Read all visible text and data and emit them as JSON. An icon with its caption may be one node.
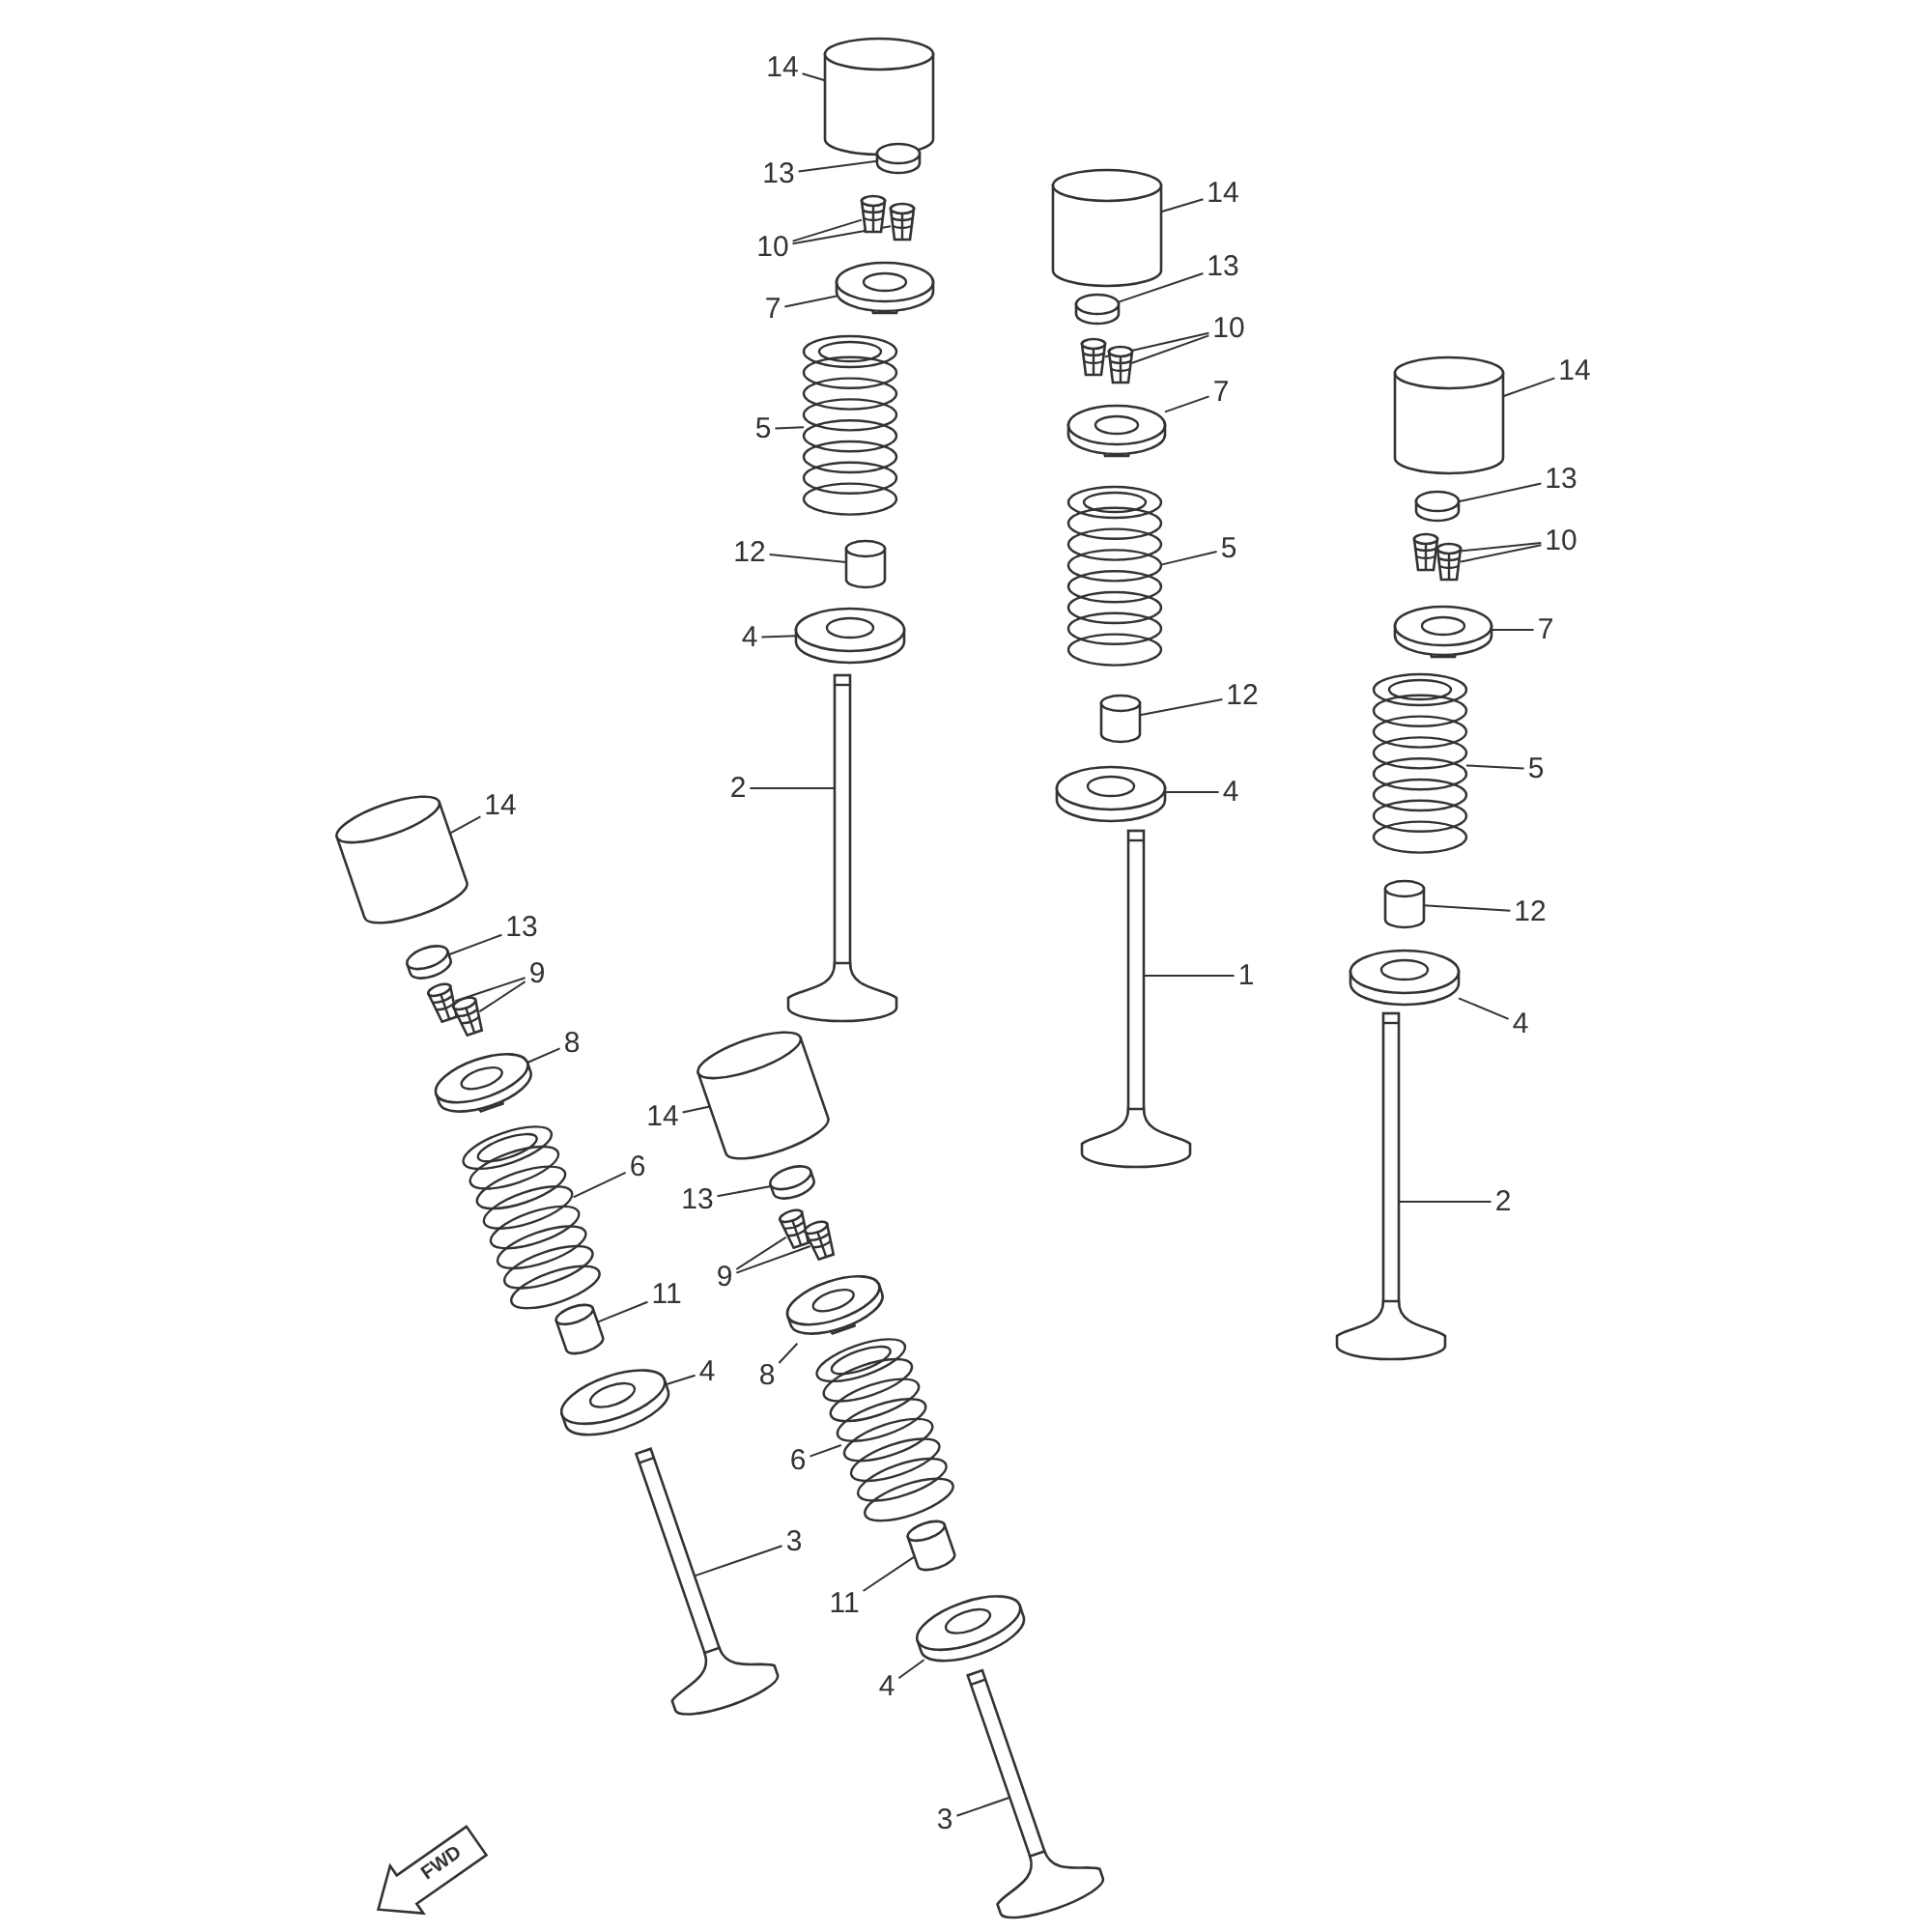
{
  "diagram": {
    "nodes": [
      {
        "text": [
          "14"
        ]
      },
      {
        "text": [],
        "shape": "cylinder"
      },
      {
        "text": [
          "13"
        ]
      },
      {
        "text": [],
        "shape": "cylinder"
      },
      {
        "text": [
          "10"
        ]
      },
      {
        "text": [],
        "shape": "picture"
      },
      {
        "text": [],
        "shape": "picture"
      },
      {
        "text": [
          "7"
        ]
      },
      {
        "text": [],
        "shape": "picture"
      },
      {
        "text": [
          "5"
        ]
      },
      {
        "text": [],
        "shape": "picture"
      },
      {
        "text": [
          "12"
        ]
      },
      {
        "text": [],
        "shape": "cylinder"
      },
      {
        "text": [
          "4"
        ]
      },
      {
        "text": [],
        "shape": "picture"
      },
      {
        "text": [
          "2"
        ]
      },
      {
        "text": [],
        "shape": "picture"
      },
      {
        "text": [
          "14"
        ]
      },
      {
        "text": [],
        "shape": "cylinder"
      },
      {
        "text": [
          "13"
        ]
      },
      {
        "text": [],
        "shape": "cylinder"
      },
      {
        "text": [
          "10"
        ]
      },
      {
        "text": [],
        "shape": "picture"
      },
      {
        "text": [],
        "shape": "picture"
      },
      {
        "text": [
          "7"
        ]
      },
      {
        "text": [],
        "shape": "picture"
      },
      {
        "text": [
          "5"
        ]
      },
      {
        "text": [],
        "shape": "picture"
      },
      {
        "text": [
          "12"
        ]
      },
      {
        "text": [],
        "shape": "cylinder"
      },
      {
        "text": [
          "4"
        ]
      },
      {
        "text": [],
        "shape": "picture"
      },
      {
        "text": [
          "1"
        ]
      },
      {
        "text": [],
        "shape": "picture"
      },
      {
        "text": [
          "14"
        ]
      },
      {
        "text": [],
        "shape": "cylinder"
      },
      {
        "text": [
          "13"
        ]
      },
      {
        "text": [],
        "shape": "cylinder"
      },
      {
        "text": [
          "10"
        ]
      },
      {
        "text": [],
        "shape": "picture"
      },
      {
        "text": [],
        "shape": "picture"
      },
      {
        "text": [
          "7"
        ]
      },
      {
        "text": [],
        "shape": "picture"
      },
      {
        "text": [
          "5"
        ]
      },
      {
        "text": [],
        "shape": "picture"
      },
      {
        "text": [
          "12"
        ]
      },
      {
        "text": [],
        "shape": "cylinder"
      },
      {
        "text": [
          "4"
        ]
      },
      {
        "text": [],
        "shape": "picture"
      },
      {
        "text": [
          "2"
        ]
      },
      {
        "text": [],
        "shape": "picture"
      },
      {
        "text": [
          "14"
        ]
      },
      {
        "text": [],
        "shape": "cylinder"
      },
      {
        "text": [
          "13"
        ]
      },
      {
        "text": [],
        "shape": "cylinder"
      },
      {
        "text": [
          "9"
        ]
      },
      {
        "text": [],
        "shape": "picture"
      },
      {
        "text": [],
        "shape": "picture"
      },
      {
        "text": [
          "8"
        ]
      },
      {
        "text": [],
        "shape": "picture"
      },
      {
        "text": [
          "6"
        ]
      },
      {
        "text": [],
        "shape": "picture"
      },
      {
        "text": [
          "11"
        ]
      },
      {
        "text": [],
        "shape": "cylinder"
      },
      {
        "text": [
          "4"
        ]
      },
      {
        "text": [],
        "shape": "picture"
      },
      {
        "text": [
          "3"
        ]
      },
      {
        "text": [],
        "shape": "picture"
      },
      {
        "text": [
          "14"
        ]
      },
      {
        "text": [],
        "shape": "cylinder"
      },
      {
        "text": [
          "13"
        ]
      },
      {
        "text": [],
        "shape": "cylinder"
      },
      {
        "text": [
          "9"
        ]
      },
      {
        "text": [],
        "shape": "picture"
      },
      {
        "text": [],
        "shape": "picture"
      },
      {
        "text": [
          "8"
        ]
      },
      {
        "text": [],
        "shape": "picture"
      },
      {
        "text": [
          "6"
        ]
      },
      {
        "text": [],
        "shape": "picture"
      },
      {
        "text": [
          "11"
        ]
      },
      {
        "text": [],
        "shape": "cylinder"
      },
      {
        "text": [
          "4"
        ]
      },
      {
        "text": [],
        "shape": "picture"
      },
      {
        "text": [
          "3"
        ]
      },
      {
        "text": [],
        "shape": "picture"
      }
    ],
    "edges": [
      {
        "from": 0,
        "to": 1,
        "arrow": "none"
      },
      {
        "from": 2,
        "to": 3,
        "arrow": "none"
      },
      {
        "from": 4,
        "to": 5,
        "arrow": "none"
      },
      {
        "from": 4,
        "to": 6,
        "arrow": "none"
      },
      {
        "from": 7,
        "to": 8,
        "arrow": "none"
      },
      {
        "from": 9,
        "to": 10,
        "arrow": "none"
      },
      {
        "from": 11,
        "to": 12,
        "arrow": "none"
      },
      {
        "from": 13,
        "to": 14,
        "arrow": "none"
      },
      {
        "from": 15,
        "to": 16,
        "arrow": "none"
      },
      {
        "from": 17,
        "to": 18,
        "arrow": "none"
      },
      {
        "from": 19,
        "to": 20,
        "arrow": "none"
      },
      {
        "from": 21,
        "to": 22,
        "arrow": "none"
      },
      {
        "from": 21,
        "to": 23,
        "arrow": "none"
      },
      {
        "from": 24,
        "to": 25,
        "arrow": "none"
      },
      {
        "from": 26,
        "to": 27,
        "arrow": "none"
      },
      {
        "from": 28,
        "to": 29,
        "arrow": "none"
      },
      {
        "from": 30,
        "to": 31,
        "arrow": "none"
      },
      {
        "from": 32,
        "to": 33,
        "arrow": "none"
      },
      {
        "from": 34,
        "to": 35,
        "arrow": "none"
      },
      {
        "from": 36,
        "to": 37,
        "arrow": "none"
      },
      {
        "from": 38,
        "to": 39,
        "arrow": "none"
      },
      {
        "from": 38,
        "to": 40,
        "arrow": "none"
      },
      {
        "from": 41,
        "to": 42,
        "arrow": "none"
      },
      {
        "from": 43,
        "to": 44,
        "arrow": "none"
      },
      {
        "from": 45,
        "to": 46,
        "arrow": "none"
      },
      {
        "from": 47,
        "to": 48,
        "arrow": "none"
      },
      {
        "from": 49,
        "to": 50,
        "arrow": "none"
      },
      {
        "from": 51,
        "to": 52,
        "arrow": "none"
      },
      {
        "from": 53,
        "to": 54,
        "arrow": "none"
      },
      {
        "from": 55,
        "to": 56,
        "arrow": "none"
      },
      {
        "from": 55,
        "to": 57,
        "arrow": "none"
      },
      {
        "from": 58,
        "to": 59,
        "arrow": "none"
      },
      {
        "from": 60,
        "to": 61,
        "arrow": "none"
      },
      {
        "from": 62,
        "to": 63,
        "arrow": "none"
      },
      {
        "from": 64,
        "to": 65,
        "arrow": "none"
      },
      {
        "from": 66,
        "to": 67,
        "arrow": "none"
      },
      {
        "from": 68,
        "to": 69,
        "arrow": "none"
      },
      {
        "from": 70,
        "to": 71,
        "arrow": "none"
      },
      {
        "from": 72,
        "to": 73,
        "arrow": "none"
      },
      {
        "from": 72,
        "to": 74,
        "arrow": "none"
      },
      {
        "from": 75,
        "to": 76,
        "arrow": "none"
      },
      {
        "from": 77,
        "to": 78,
        "arrow": "none"
      },
      {
        "from": 79,
        "to": 80,
        "arrow": "none"
      },
      {
        "from": 81,
        "to": 82,
        "arrow": "none"
      },
      {
        "from": 83,
        "to": 84,
        "arrow": "none"
      }
    ],
    "labels": [
      "FWD"
    ]
  }
}
